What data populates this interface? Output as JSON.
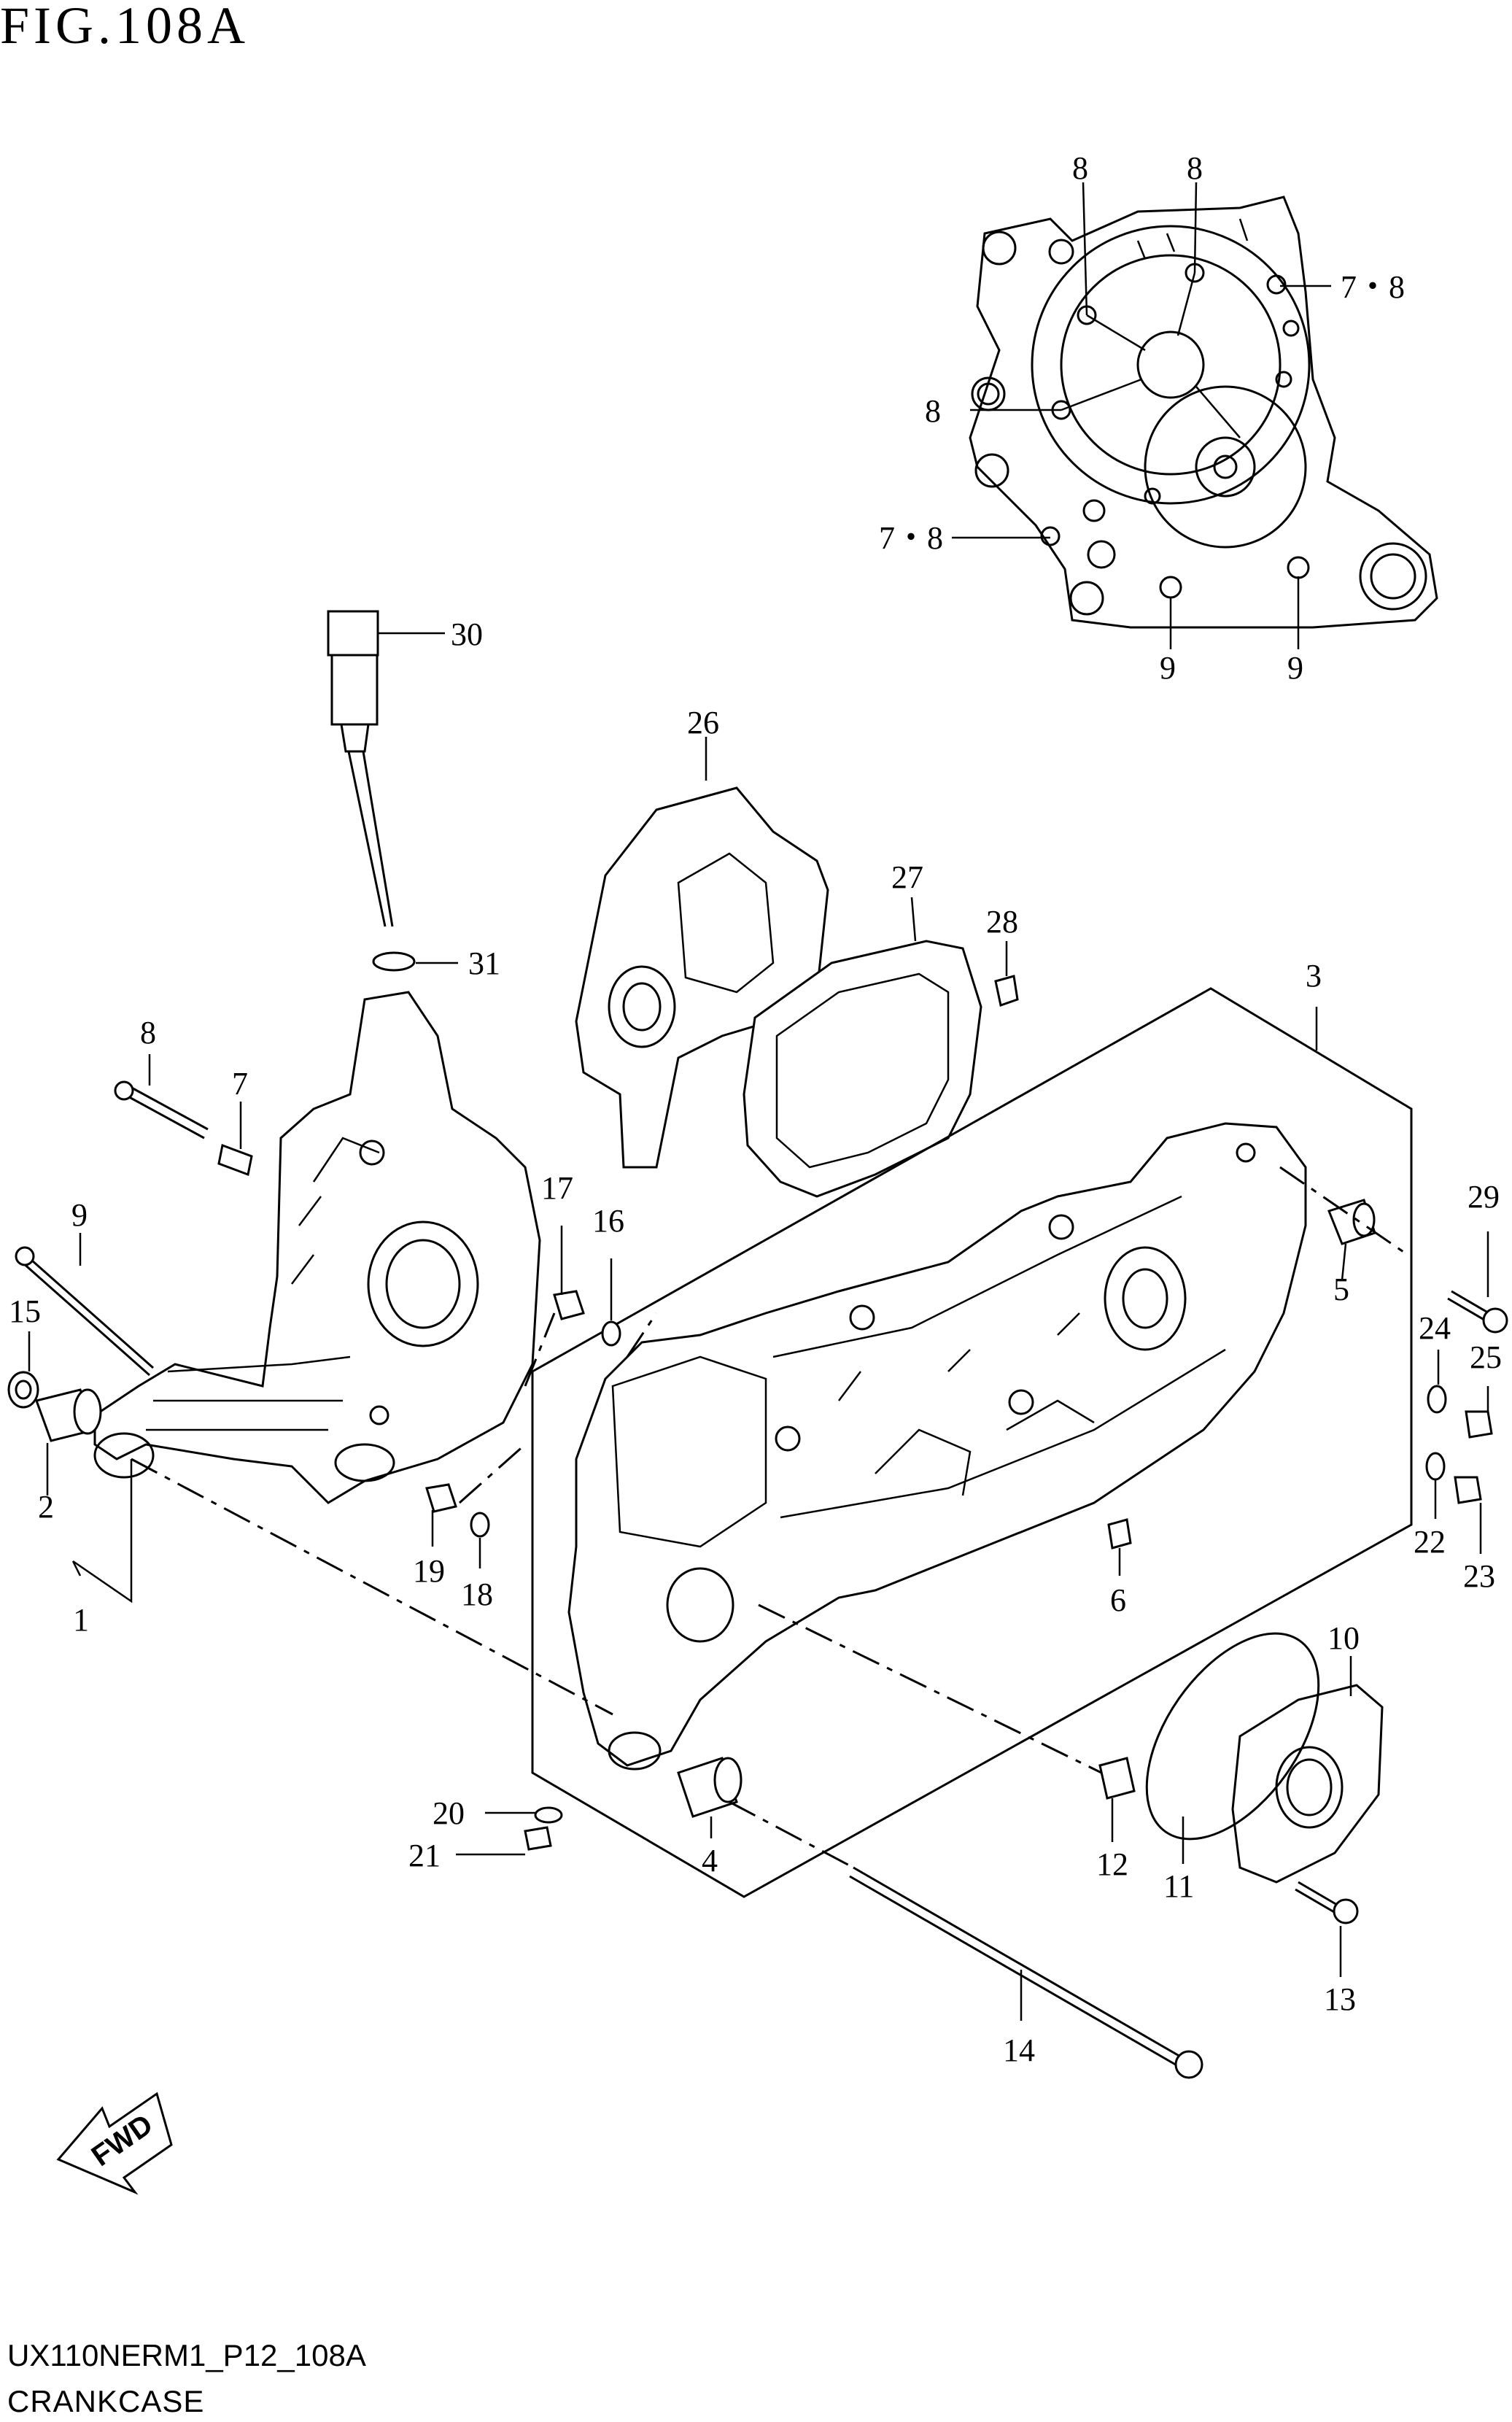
{
  "figure": {
    "title": "FIG.108A"
  },
  "footer": {
    "code": "UX110NERM1_P12_108A",
    "name": "CRANKCASE"
  },
  "fwd_label": "FWD",
  "callouts": [
    {
      "id": "c8a",
      "text": "8"
    },
    {
      "id": "c8b",
      "text": "8"
    },
    {
      "id": "c78a",
      "text": "7・8"
    },
    {
      "id": "c8c",
      "text": "8"
    },
    {
      "id": "c78b",
      "text": "7・8"
    },
    {
      "id": "c9a",
      "text": "9"
    },
    {
      "id": "c9b",
      "text": "9"
    },
    {
      "id": "c30",
      "text": "30"
    },
    {
      "id": "c26",
      "text": "26"
    },
    {
      "id": "c27",
      "text": "27"
    },
    {
      "id": "c28",
      "text": "28"
    },
    {
      "id": "c3",
      "text": "3"
    },
    {
      "id": "c31",
      "text": "31"
    },
    {
      "id": "c8d",
      "text": "8"
    },
    {
      "id": "c7",
      "text": "7"
    },
    {
      "id": "c9c",
      "text": "9"
    },
    {
      "id": "c17",
      "text": "17"
    },
    {
      "id": "c16",
      "text": "16"
    },
    {
      "id": "c29",
      "text": "29"
    },
    {
      "id": "c5",
      "text": "5"
    },
    {
      "id": "c15",
      "text": "15"
    },
    {
      "id": "c24",
      "text": "24"
    },
    {
      "id": "c25",
      "text": "25"
    },
    {
      "id": "c2",
      "text": "2"
    },
    {
      "id": "c22",
      "text": "22"
    },
    {
      "id": "c23",
      "text": "23"
    },
    {
      "id": "c19",
      "text": "19"
    },
    {
      "id": "c18",
      "text": "18"
    },
    {
      "id": "c6",
      "text": "6"
    },
    {
      "id": "c1",
      "text": "1"
    },
    {
      "id": "c10",
      "text": "10"
    },
    {
      "id": "c20",
      "text": "20"
    },
    {
      "id": "c21",
      "text": "21"
    },
    {
      "id": "c4",
      "text": "4"
    },
    {
      "id": "c12",
      "text": "12"
    },
    {
      "id": "c11",
      "text": "11"
    },
    {
      "id": "c13",
      "text": "13"
    },
    {
      "id": "c14",
      "text": "14"
    }
  ]
}
